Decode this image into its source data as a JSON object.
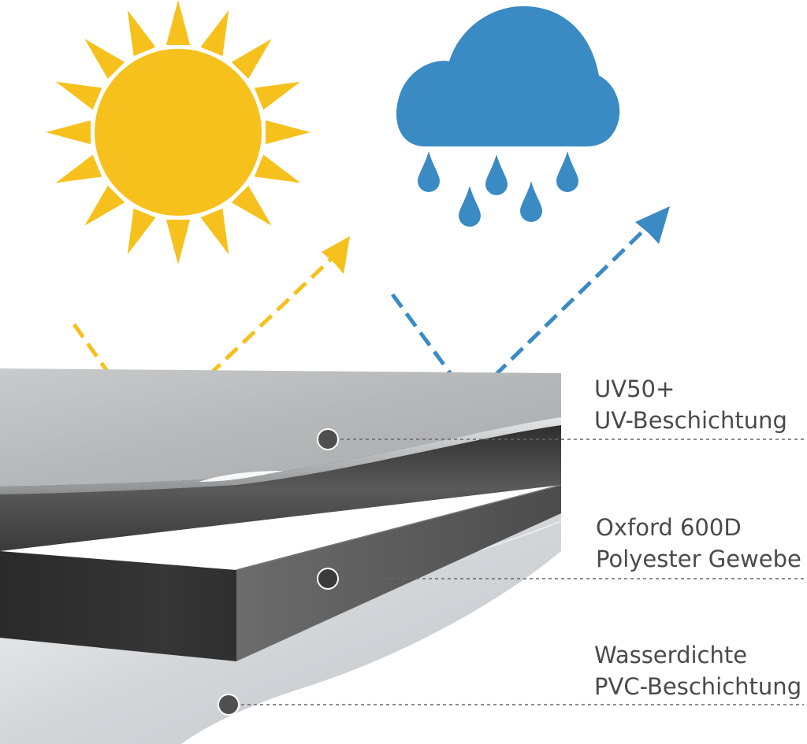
{
  "diagram": {
    "icons": {
      "sun": "sun-icon",
      "rain_cloud": "rain-cloud-icon"
    },
    "colors": {
      "sun": "#f6c11d",
      "rain": "#3a8ac4",
      "top_layer": "#b9babc",
      "middle_layer": "#414141",
      "bottom_layer": "#cdd0d3",
      "marker": "#555555",
      "label": "#4a4a4a"
    },
    "layers": [
      {
        "id": "uv",
        "line1": "UV50+",
        "line2": "UV-Beschichtung"
      },
      {
        "id": "oxford",
        "line1": "Oxford 600D",
        "line2": "Polyester Gewebe"
      },
      {
        "id": "pvc",
        "line1": "Wasserdichte",
        "line2": "PVC-Beschichtung"
      }
    ]
  }
}
